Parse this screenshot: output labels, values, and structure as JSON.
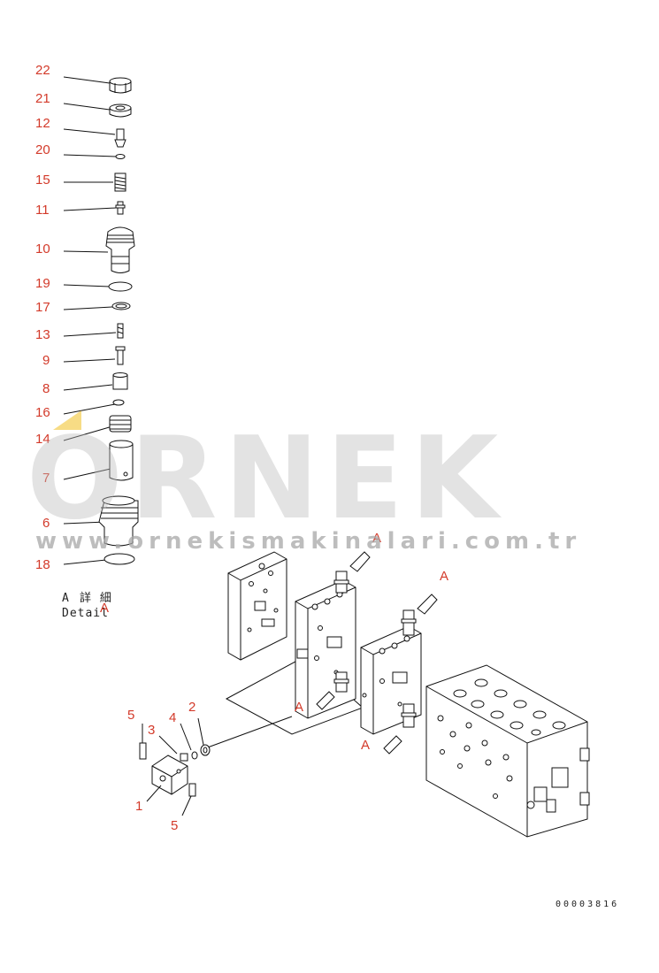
{
  "watermark": {
    "brand": "ORNEK",
    "url": "www.ornekismakinalari.com.tr"
  },
  "detail_caption": {
    "reference": "A",
    "japanese": "詳 細",
    "english": "Detail"
  },
  "section_marks": [
    "A",
    "A",
    "A",
    "A",
    "A"
  ],
  "document_number": "00003816",
  "callouts": {
    "exploded": [
      "22",
      "21",
      "12",
      "20",
      "15",
      "11",
      "10",
      "19",
      "17",
      "13",
      "9",
      "8",
      "16",
      "14",
      "7",
      "6",
      "18"
    ],
    "assembly": [
      "5",
      "3",
      "4",
      "2",
      "1",
      "5"
    ]
  },
  "colors": {
    "callout": "#d33a2a",
    "watermark_accent": "#f0c020",
    "line": "#111111"
  }
}
